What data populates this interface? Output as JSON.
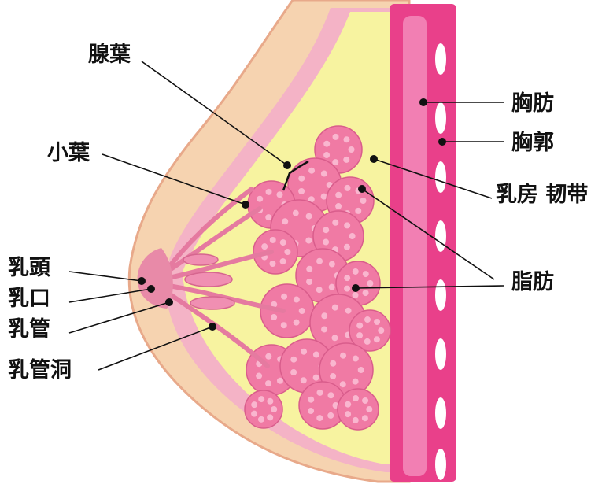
{
  "colors": {
    "skin": "#f6d3b0",
    "skin_edge": "#e8a98a",
    "fat": "#f7f3a0",
    "fat_deep": "#f3ea6e",
    "lobule": "#f07aa4",
    "lobule_dot": "#f9b6cf",
    "muscle": "#e9408a",
    "muscle_light": "#f27fb3",
    "rib": "#ffffff",
    "line": "#111111"
  },
  "labels": {
    "gland_lobe": "腺葉",
    "lobule": "小葉",
    "nipple": "乳頭",
    "nipple_opening": "乳口",
    "milk_duct": "乳管",
    "duct_sinus": "乳管洞",
    "pectoral_muscle": "胸肪",
    "chest_wall": "胸郭",
    "suspensory_ligament": "乳房 韧带",
    "fat": "脂肪"
  }
}
